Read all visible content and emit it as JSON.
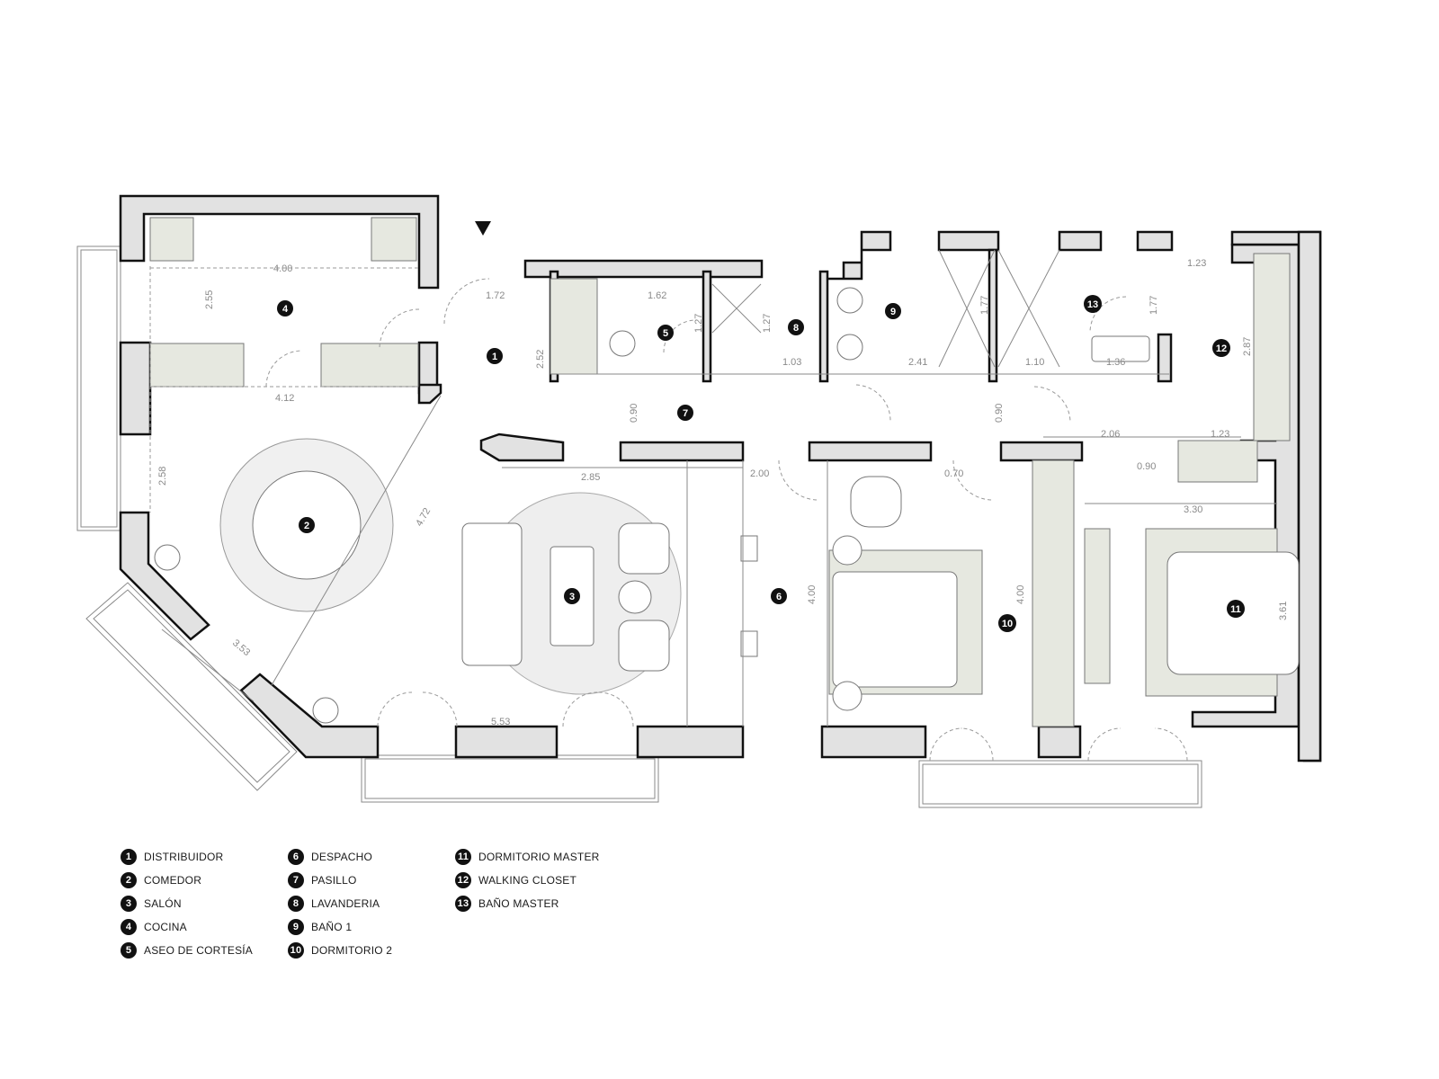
{
  "rooms": [
    {
      "num": "1",
      "name": "DISTRIBUIDOR"
    },
    {
      "num": "2",
      "name": "COMEDOR"
    },
    {
      "num": "3",
      "name": "SALÓN"
    },
    {
      "num": "4",
      "name": "COCINA"
    },
    {
      "num": "5",
      "name": "ASEO DE CORTESÍA"
    },
    {
      "num": "6",
      "name": "DESPACHO"
    },
    {
      "num": "7",
      "name": "PASILLO"
    },
    {
      "num": "8",
      "name": "LAVANDERIA"
    },
    {
      "num": "9",
      "name": "BAÑO 1"
    },
    {
      "num": "10",
      "name": "DORMITORIO 2"
    },
    {
      "num": "11",
      "name": "DORMITORIO MASTER"
    },
    {
      "num": "12",
      "name": "WALKING CLOSET"
    },
    {
      "num": "13",
      "name": "BAÑO MASTER"
    }
  ],
  "dimensions": {
    "kitchen_width": "4.00",
    "kitchen_depth": "2.55",
    "kitchen_lower": "4.12",
    "dist_door": "1.72",
    "dist_depth": "2.52",
    "aseo_w": "1.62",
    "aseo_d": "1.27",
    "lav_d": "1.27",
    "lav_w": "1.03",
    "bano1_w": "2.41",
    "bano1_d": "1.77",
    "banom_w": "1.10",
    "banom_w2": "1.36",
    "banom_d": "1.77",
    "closet_w": "1.23",
    "closet_d": "2.87",
    "closet_w2": "2.06",
    "closet_w3": "1.23",
    "closet_w4": "0.90",
    "pasillo_d1": "0.90",
    "pasillo_d2": "0.90",
    "comedor_win": "2.58",
    "diag_472": "4.72",
    "diag_353": "3.53",
    "salon_w": "2.85",
    "salon_bottom": "5.53",
    "despacho_w": "2.00",
    "despacho_d": "4.00",
    "dorm2_w": "0.70",
    "dorm2_d": "4.00",
    "master_w": "3.30",
    "master_d": "3.61"
  }
}
